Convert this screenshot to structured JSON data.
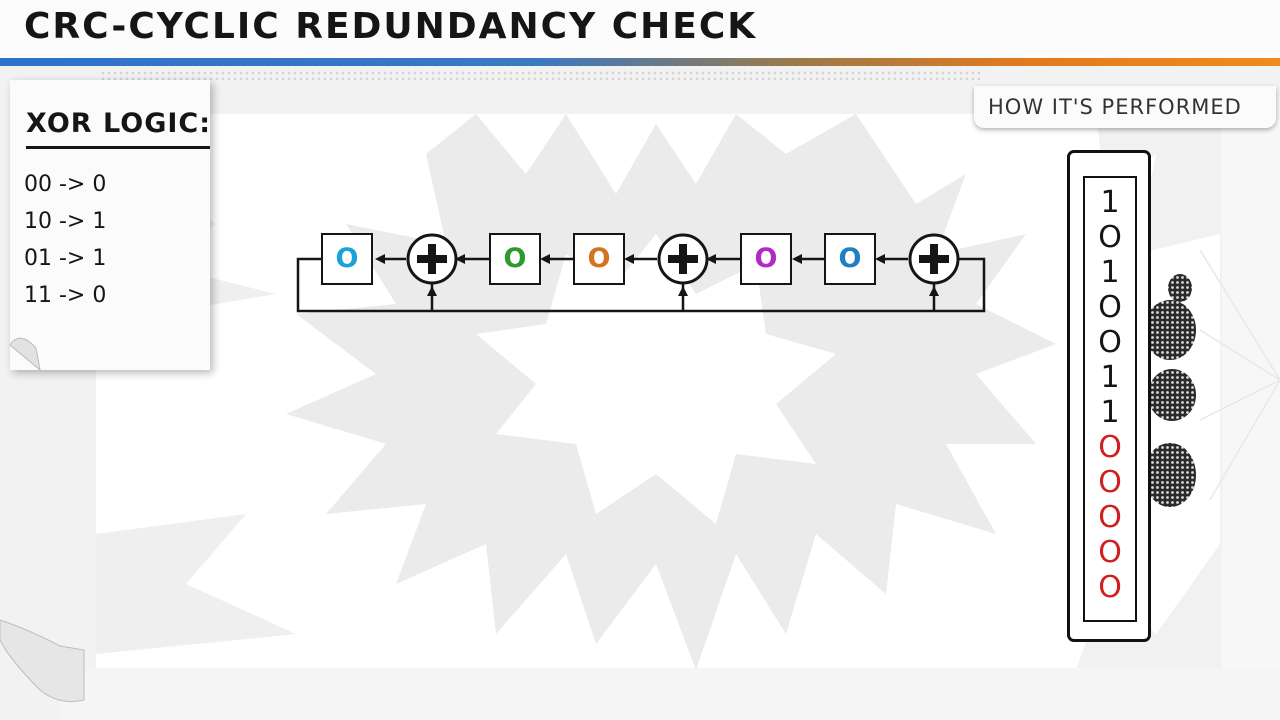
{
  "title": "CRC-CYCLIC REDUNDANCY CHECK",
  "xor_logic": {
    "heading": "XOR LOGIC:",
    "rows": [
      "00 -> 0",
      "10 -> 1",
      "01 -> 1",
      "11 -> 0"
    ]
  },
  "tab_label": "HOW IT'S PERFORMED",
  "shift_register": {
    "registers": [
      {
        "value": "O",
        "color": "#1aa3d6"
      },
      {
        "value": "O",
        "color": "#2e9a2e"
      },
      {
        "value": "O",
        "color": "#d4731f"
      },
      {
        "value": "O",
        "color": "#b02ac6"
      },
      {
        "value": "O",
        "color": "#1f7fc2"
      }
    ],
    "xor_gate_count": 3,
    "xor_symbol": "plus-in-circle"
  },
  "input_bits": {
    "bits": [
      {
        "value": "1",
        "color": "#151515"
      },
      {
        "value": "O",
        "color": "#151515"
      },
      {
        "value": "1",
        "color": "#151515"
      },
      {
        "value": "O",
        "color": "#151515"
      },
      {
        "value": "O",
        "color": "#151515"
      },
      {
        "value": "1",
        "color": "#151515"
      },
      {
        "value": "1",
        "color": "#151515"
      },
      {
        "value": "O",
        "color": "#d11f1f"
      },
      {
        "value": "O",
        "color": "#d11f1f"
      },
      {
        "value": "O",
        "color": "#d11f1f"
      },
      {
        "value": "O",
        "color": "#d11f1f"
      },
      {
        "value": "O",
        "color": "#d11f1f"
      }
    ]
  },
  "colors": {
    "title_bar_left": "#2f72c9",
    "title_bar_right": "#f08a1e",
    "ink": "#151515"
  }
}
